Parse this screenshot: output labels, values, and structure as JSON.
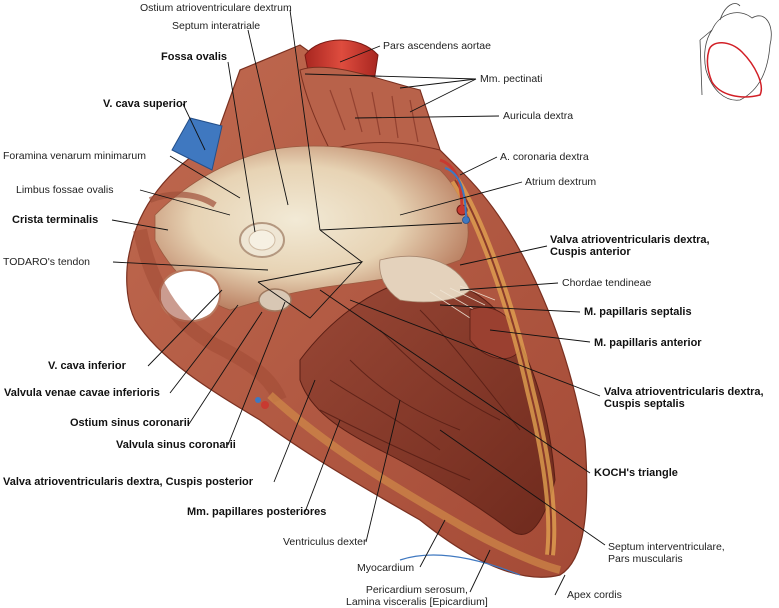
{
  "labels": {
    "ostium_av_dextrum": "Ostium atrioventriculare dextrum",
    "septum_interatriale": "Septum interatriale",
    "fossa_ovalis": "Fossa ovalis",
    "pars_ascendens_aortae": "Pars ascendens aortae",
    "mm_pectinati": "Mm. pectinati",
    "v_cava_superior": "V. cava superior",
    "auricula_dextra": "Auricula dextra",
    "foramina_venarum": "Foramina venarum minimarum",
    "a_coronaria_dextra": "A. coronaria dextra",
    "limbus_fossae": "Limbus fossae ovalis",
    "atrium_dextrum": "Atrium dextrum",
    "crista_terminalis": "Crista terminalis",
    "valva_av_anterior_1": "Valva atrioventricularis dextra,",
    "valva_av_anterior_2": "Cuspis anterior",
    "todaro": "TODARO's tendon",
    "chordae": "Chordae tendineae",
    "m_papillaris_septalis": "M. papillaris septalis",
    "m_papillaris_anterior": "M. papillaris anterior",
    "v_cava_inferior": "V. cava inferior",
    "valvula_venae": "Valvula venae cavae inferioris",
    "valva_av_septalis_1": "Valva atrioventricularis dextra,",
    "valva_av_septalis_2": "Cuspis septalis",
    "ostium_sinus": "Ostium sinus coronarii",
    "valvula_sinus": "Valvula sinus coronarii",
    "koch": "KOCH's triangle",
    "valva_av_posterior": "Valva atrioventricularis dextra, Cuspis posterior",
    "mm_papillares_post": "Mm. papillares posteriores",
    "ventriculus_dexter": "Ventriculus dexter",
    "septum_interventr_1": "Septum interventriculare,",
    "septum_interventr_2": "Pars muscularis",
    "myocardium": "Myocardium",
    "pericardium_1": "Pericardium serosum,",
    "pericardium_2": "Lamina visceralis [Epicardium]",
    "apex_cordis": "Apex cordis"
  },
  "colors": {
    "myocardium": "#b5604a",
    "myocardium_dark": "#8a3a2a",
    "endocardium": "#e8dcc4",
    "aorta": "#c83a30",
    "vein": "#3f78c0",
    "fat": "#e0a050",
    "leader": "#111111",
    "thumbnail_outline": "#444444",
    "thumbnail_highlight": "#d21f26"
  },
  "thumbnail_icon": "heart-outline-icon"
}
